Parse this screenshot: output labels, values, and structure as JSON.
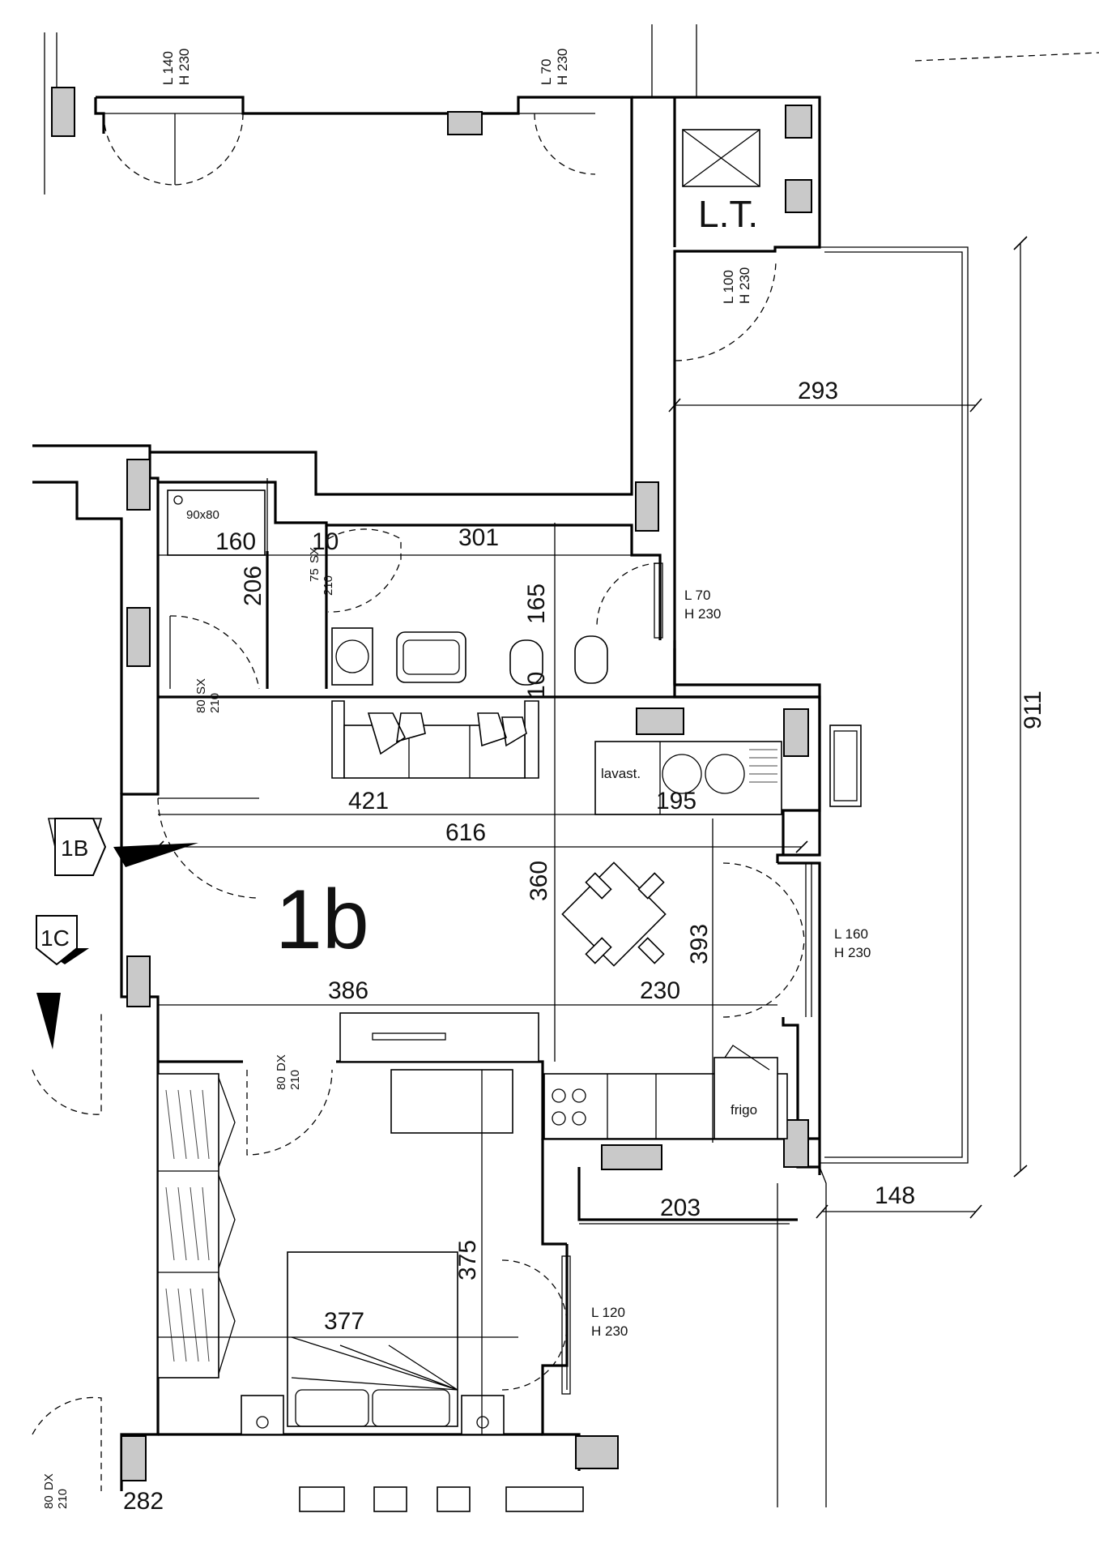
{
  "unit_label": "1b",
  "stair_label": "L.T.",
  "section_markers": {
    "marker_b": "1B",
    "marker_c": "1C"
  },
  "dimensions": {
    "terrace_width": "293",
    "terrace_length": "911",
    "bath_shower_width": "160",
    "bath_shower_depth": "206",
    "bath_partition": "10",
    "bath_main_width": "301",
    "bath_main_depth": "165",
    "bath_floor_gap": "10",
    "living_sofa_width": "421",
    "kitchen_counter_width": "195",
    "living_total_width": "616",
    "living_depth": "360",
    "living_inner_width": "386",
    "dining_width": "230",
    "kitchen_depth": "393",
    "bedroom_width": "377",
    "bedroom_depth": "375",
    "balcony_width": "203",
    "balcony_return": "148",
    "bottom_partial": "282"
  },
  "doors": {
    "top_left": {
      "width": "L 140",
      "height": "H 230"
    },
    "top_right": {
      "width": "L 70",
      "height": "H 230"
    },
    "stair": {
      "width": "L 100",
      "height": "H 230"
    },
    "bath_entry": {
      "width": "L 70",
      "height": "H 230"
    },
    "living_french": {
      "width": "L 160",
      "height": "H 230"
    },
    "bedroom_french": {
      "width": "L 120",
      "height": "H 230"
    },
    "bath_sliding": {
      "width": "75",
      "side": "SX",
      "height": "210"
    },
    "shower_door": {
      "width": "80",
      "side": "SX",
      "height": "210"
    },
    "bedroom_door": {
      "width": "80",
      "side": "DX",
      "height": "210"
    },
    "lower_door": {
      "width": "80",
      "side": "DX",
      "height": "210"
    }
  },
  "fixtures": {
    "shower_size": "90x80",
    "dishwasher": "lavast.",
    "fridge": "frigo"
  }
}
